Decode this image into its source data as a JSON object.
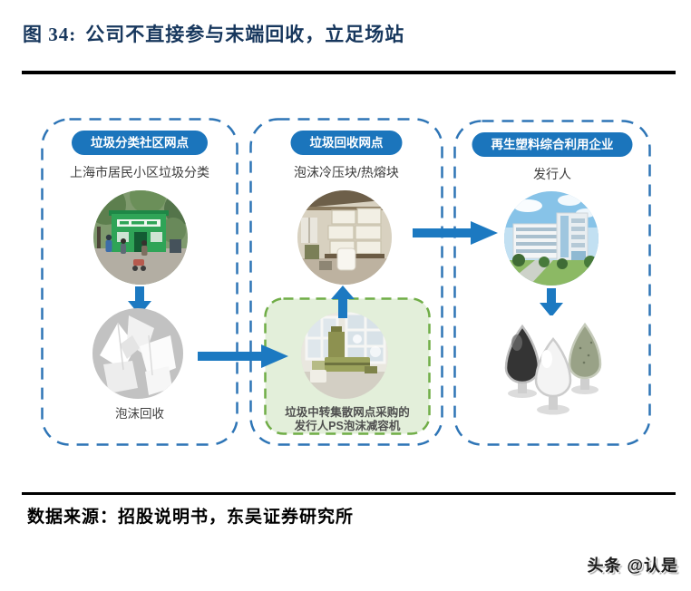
{
  "figure": {
    "label": "图 34:",
    "title": "公司不直接参与末端回收，立足场站"
  },
  "columns": [
    {
      "header": "垃圾分类社区网点",
      "subtitle": "上海市居民小区垃圾分类",
      "photo_top": "community-garbage-sorting-station-photo",
      "photo_bottom": "recycled-foam-pieces-photo",
      "caption": "泡沫回收"
    },
    {
      "header": "垃圾回收网点",
      "subtitle": "泡沫冷压块/热熔块",
      "photo_top": "foam-compressed-block-warehouse-photo",
      "green_box": {
        "photo": "ps-foam-volume-reduction-machine-photo",
        "note_line1": "垃圾中转集散网点采购的",
        "note_line2": "发行人PS泡沫减容机"
      }
    },
    {
      "header": "再生塑料综合利用企业",
      "subtitle": "发行人",
      "photo_top": "issuer-factory-building-photo",
      "photo_bottom": "recycled-plastic-pellets-photo"
    }
  ],
  "source": "数据来源：招股说明书，东吴证券研究所",
  "watermark": "头条 @认是",
  "colors": {
    "title_navy": "#17375D",
    "pill_blue": "#1B75BC",
    "arrow_blue": "#1C79C1",
    "dashed_border_blue": "#2E75B6",
    "green_border": "#70AD47",
    "green_fill": "#E3EFDA"
  }
}
